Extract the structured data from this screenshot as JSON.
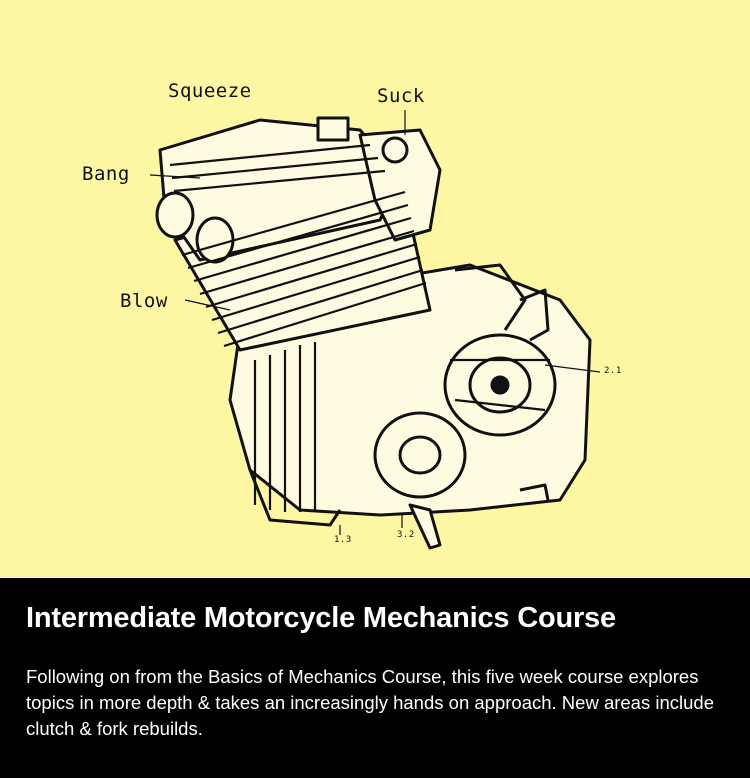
{
  "illustration": {
    "callouts": {
      "squeeze": "Squeeze",
      "suck": "Suck",
      "bang": "Bang",
      "blow": "Blow"
    },
    "part_refs": {
      "ref_right": "2.1",
      "ref_bottom_left": "1.3",
      "ref_bottom_mid": "3.2"
    },
    "background_color": "#fdf6a3"
  },
  "course": {
    "title": "Intermediate Motorcycle Mechanics Course",
    "description": "Following on from the Basics of Mechanics Course, this five week course explores topics in more depth & takes an increasingly hands on approach. New areas include clutch & fork rebuilds."
  }
}
